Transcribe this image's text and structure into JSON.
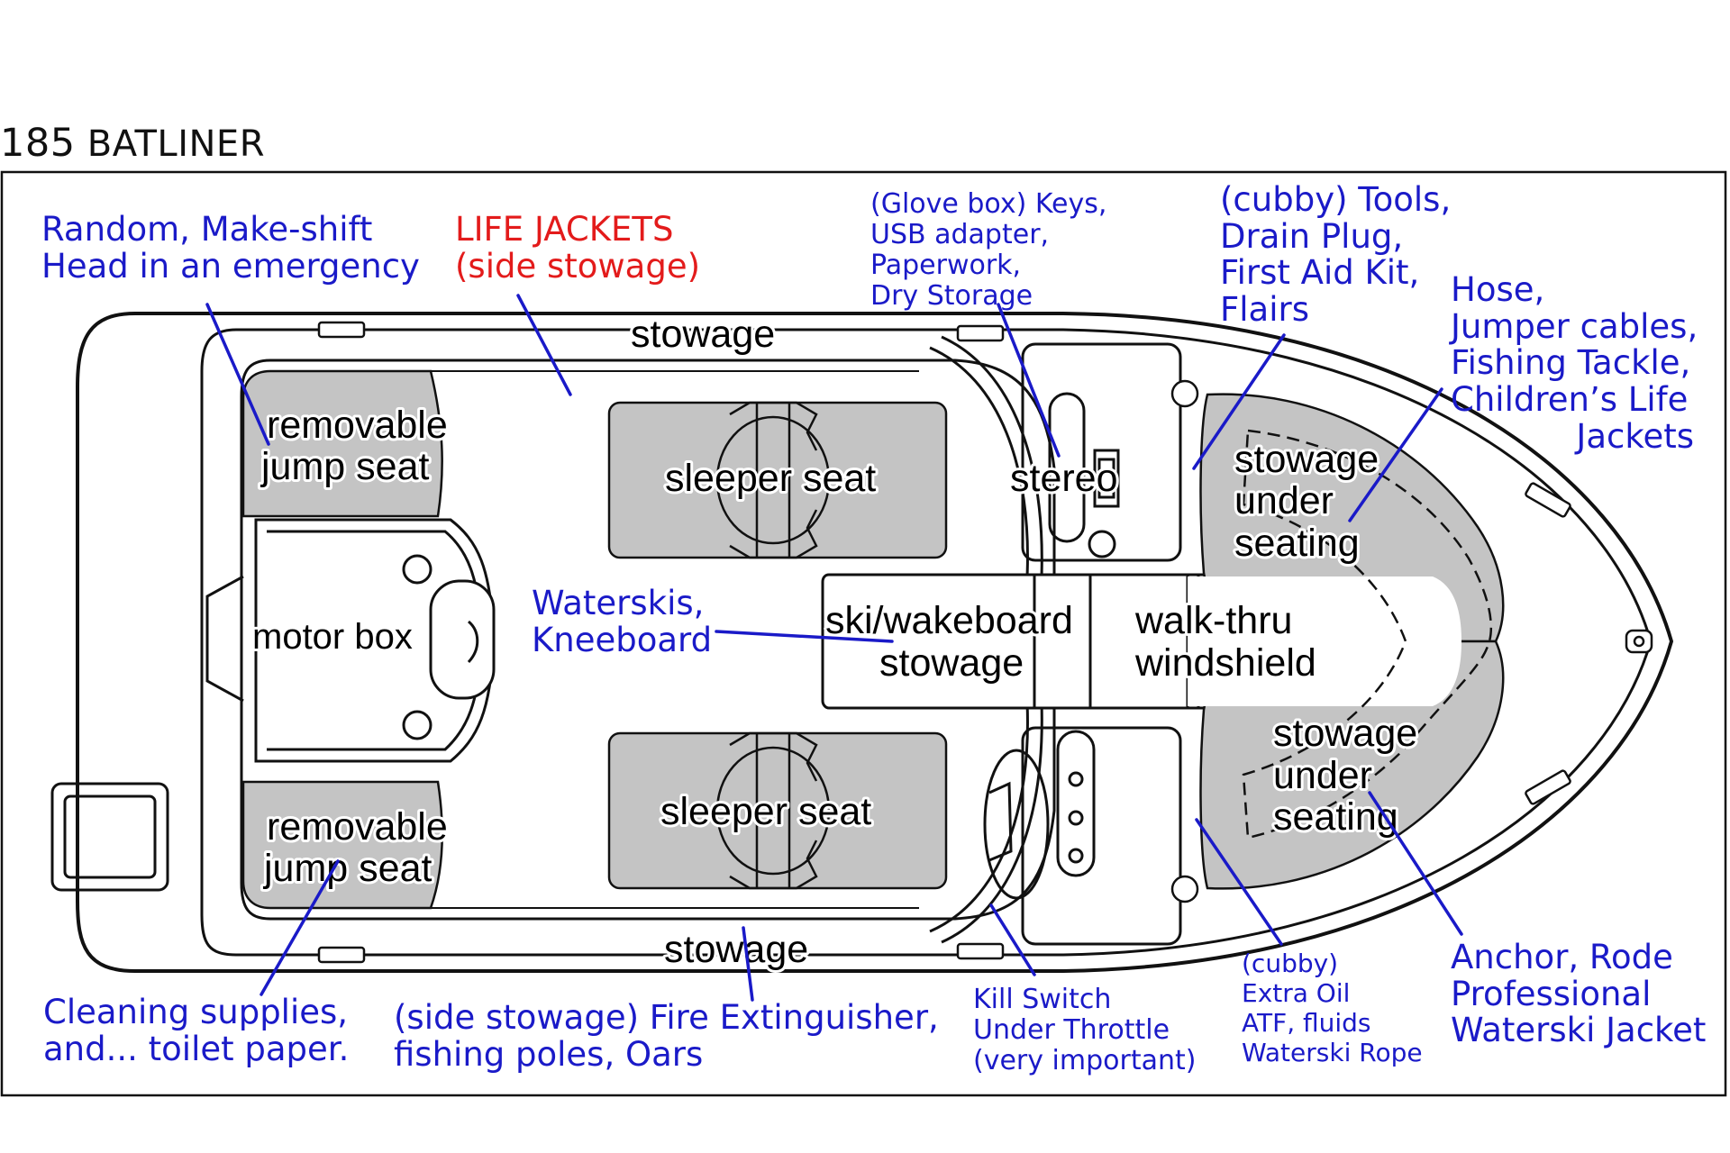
{
  "diagram": {
    "title_number": "185",
    "title_name": "BATLINER",
    "parts": {
      "stowage_top": "stowage",
      "stowage_bottom": "stowage",
      "jump_seat_top": [
        "removable",
        "jump seat"
      ],
      "jump_seat_bottom": [
        "removable",
        "jump seat"
      ],
      "sleeper_seat_top": "sleeper seat",
      "sleeper_seat_bottom": "sleeper seat",
      "motor_box": "motor box",
      "stereo": "stereo",
      "ski_stowage": [
        "ski/wakeboard",
        "stowage"
      ],
      "walk_thru": [
        "walk-thru",
        "windshield"
      ],
      "bow_stowage_top": [
        "stowage",
        "under",
        "seating"
      ],
      "bow_stowage_bottom": [
        "stowage",
        "under",
        "seating"
      ]
    },
    "annotations": {
      "head": "Random, Make-shift\nHead in an emergency",
      "life_jackets": "LIFE JACKETS\n(side stowage)",
      "glove_box": "(Glove box) Keys,\nUSB adapter,\nPaperwork,\nDry Storage",
      "cubby_tools": "(cubby) Tools,\nDrain Plug,\nFirst Aid Kit,\nFlairs",
      "hose": "Hose,\nJumper cables,\nFishing Tackle,\nChildren’s Life\nJackets",
      "waterskis": "Waterskis,\nKneeboard",
      "cleaning": "Cleaning supplies,\nand... toilet paper.",
      "fire_ext": "(side stowage) Fire Extinguisher,\nfishing poles, Oars",
      "kill_switch": "Kill Switch\nUnder Throttle\n(very important)",
      "cubby_oil": "(cubby)\nExtra Oil\nATF, fluids\nWaterski Rope",
      "anchor": "Anchor, Rode\nProfessional\nWaterski Jacket"
    },
    "colors": {
      "annotation_blue": "#1a1ac8",
      "annotation_red": "#e31b1b",
      "seat_gray": "#c4c4c4",
      "outline": "#111111"
    }
  }
}
